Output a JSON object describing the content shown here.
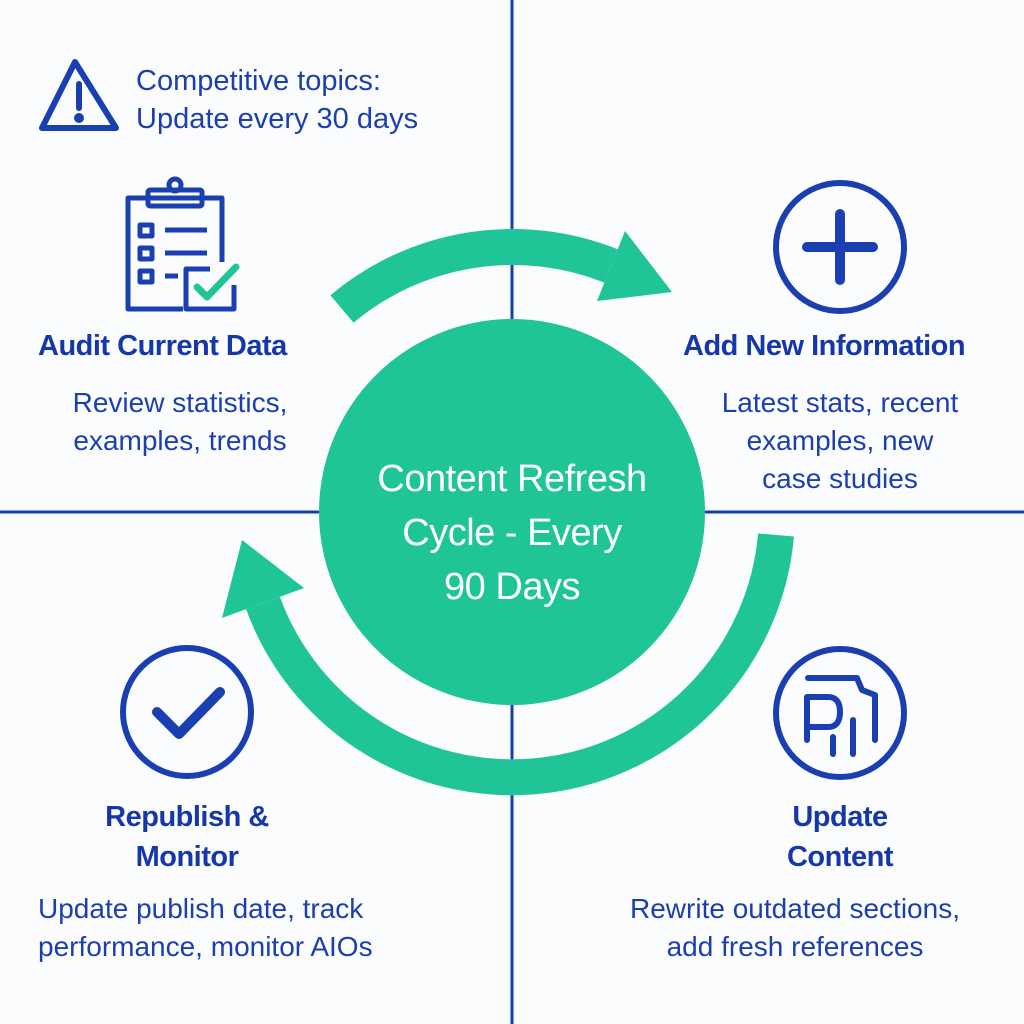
{
  "colors": {
    "blue": "#1a3fb0",
    "green": "#1fc497"
  },
  "warning": {
    "line1": "Competitive topics:",
    "line2": "Update every 30 days",
    "icon": "warning-triangle-icon"
  },
  "center": {
    "line1": "Content Refresh",
    "line2": "Cycle - Every",
    "line3": "90 Days"
  },
  "steps": [
    {
      "title": "Audit Current Data",
      "desc1": "Review statistics,",
      "desc2": "examples, trends",
      "icon": "clipboard-checklist-icon"
    },
    {
      "title": "Add New Information",
      "desc1": "Latest stats, recent",
      "desc2": "examples, new",
      "desc3": "case studies",
      "icon": "plus-circle-icon"
    },
    {
      "title1": "Update",
      "title2": "Content",
      "desc1": "Rewrite outdated sections,",
      "desc2": "add fresh references",
      "icon": "document-chart-icon"
    },
    {
      "title1": "Republish &",
      "title2": "Monitor",
      "desc1": "Update publish date, track",
      "desc2": "performance, monitor AIOs",
      "icon": "check-circle-icon"
    }
  ]
}
